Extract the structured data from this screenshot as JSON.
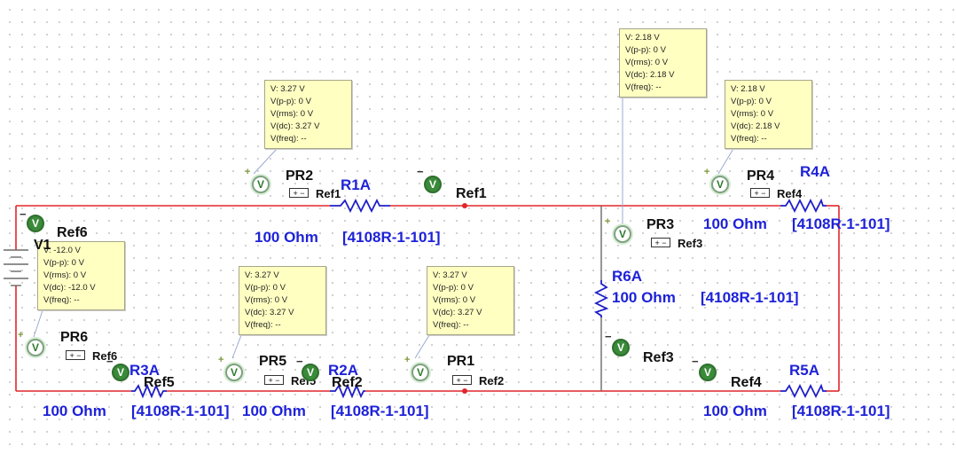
{
  "resistors": {
    "r1a": {
      "name": "R1A",
      "value": "100 Ohm",
      "model": "[4108R-1-101]"
    },
    "r2a": {
      "name": "R2A",
      "value": "100 Ohm",
      "model": "[4108R-1-101]"
    },
    "r3a": {
      "name": "R3A",
      "value": "100 Ohm",
      "model": "[4108R-1-101]"
    },
    "r4a": {
      "name": "R4A",
      "value": "100 Ohm",
      "model": "[4108R-1-101]"
    },
    "r5a": {
      "name": "R5A",
      "value": "100 Ohm",
      "model": "[4108R-1-101]"
    },
    "r6a": {
      "name": "R6A",
      "value": "100 Ohm",
      "model": "[4108R-1-101]"
    }
  },
  "source": {
    "name": "V1"
  },
  "probes": {
    "pr1": {
      "name": "PR1",
      "ref": "Ref2"
    },
    "pr2": {
      "name": "PR2",
      "ref": "Ref1"
    },
    "pr3": {
      "name": "PR3",
      "ref": "Ref3"
    },
    "pr4": {
      "name": "PR4",
      "ref": "Ref4"
    },
    "pr5": {
      "name": "PR5",
      "ref": "Ref5"
    },
    "pr6": {
      "name": "PR6",
      "ref": "Ref6"
    }
  },
  "ground_refs": {
    "ref1": "Ref1",
    "ref2": "Ref2",
    "ref3": "Ref3",
    "ref4": "Ref4",
    "ref5": "Ref5",
    "ref6": "Ref6"
  },
  "probe_glyph": "V",
  "pm_glyph": "+ −",
  "plus_glyph": "+",
  "minus_glyph": "−",
  "readouts": {
    "pr2": [
      "V: 3.27 V",
      "V(p-p): 0 V",
      "V(rms): 0 V",
      "V(dc): 3.27 V",
      "V(freq): --"
    ],
    "pr3": [
      "V: 2.18 V",
      "V(p-p): 0 V",
      "V(rms): 0 V",
      "V(dc): 2.18 V",
      "V(freq): --"
    ],
    "pr4": [
      "V: 2.18 V",
      "V(p-p): 0 V",
      "V(rms): 0 V",
      "V(dc): 2.18 V",
      "V(freq): --"
    ],
    "pr6": [
      "V: -12.0 V",
      "V(p-p): 0 V",
      "V(rms): 0 V",
      "V(dc): -12.0 V",
      "V(freq): --"
    ],
    "pr5": [
      "V: 3.27 V",
      "V(p-p): 0 V",
      "V(rms): 0 V",
      "V(dc): 3.27 V",
      "V(freq): --"
    ],
    "pr1": [
      "V: 3.27 V",
      "V(p-p): 0 V",
      "V(rms): 0 V",
      "V(dc): 3.27 V",
      "V(freq): --"
    ]
  },
  "colors": {
    "wire": "#e0262a",
    "label_blue": "#1e22d8",
    "tooltip_bg": "#ffffc2",
    "probe_green": "#3a8a3a"
  }
}
